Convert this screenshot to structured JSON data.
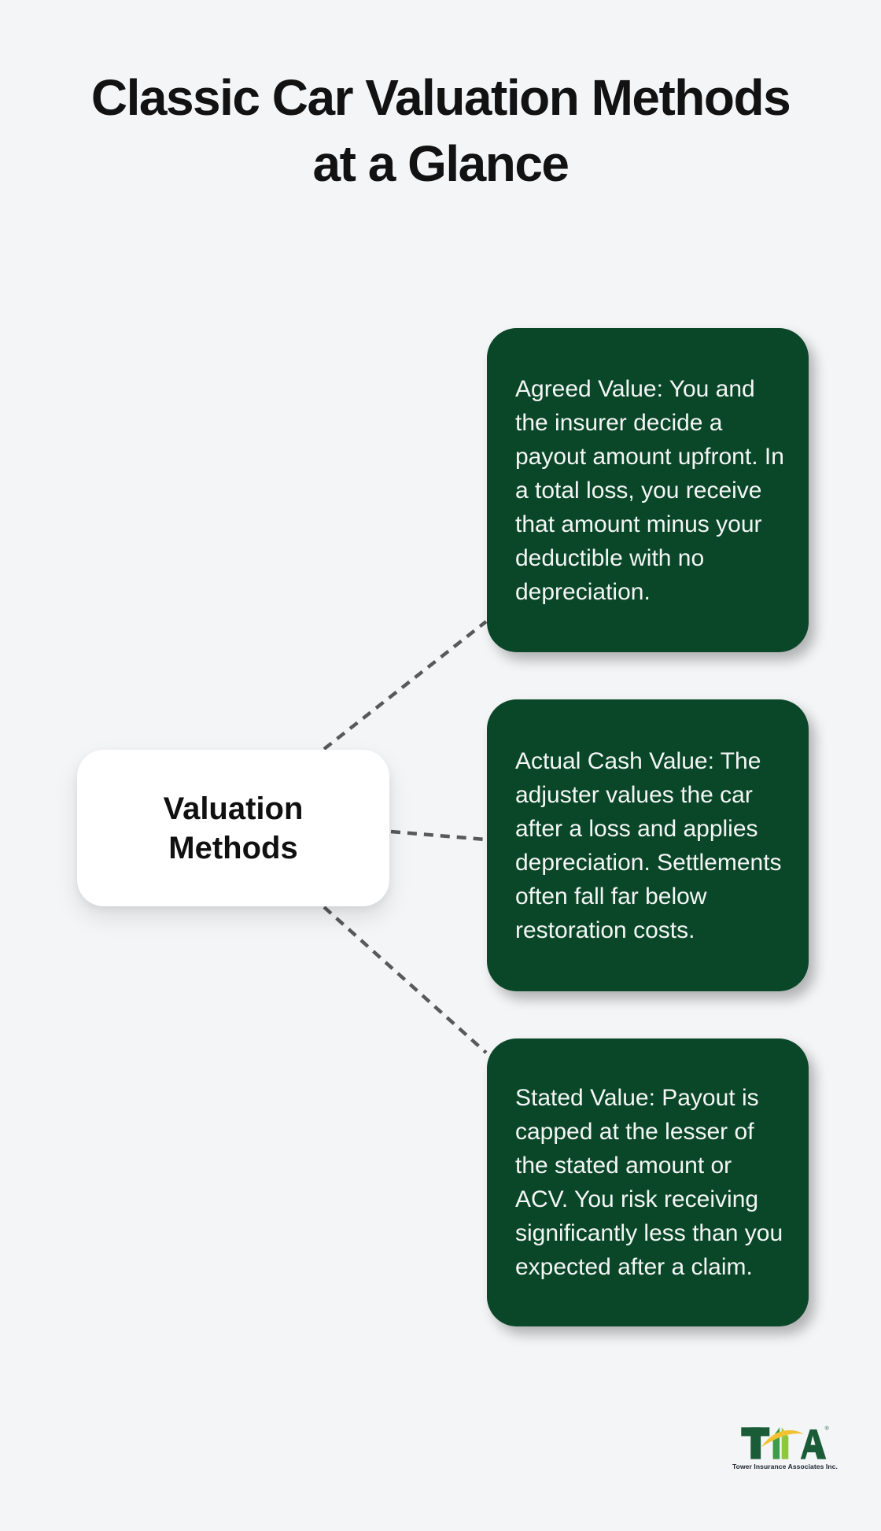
{
  "title": {
    "line1": "Classic Car Valuation Methods",
    "line2": "at a Glance"
  },
  "center_node": {
    "label": "Valuation Methods"
  },
  "methods": [
    "Agreed Value: You and the insurer decide a payout amount upfront. In a total loss, you receive that amount minus your deductible with no depreciation.",
    "Actual Cash Value: The adjuster values the car after a loss and applies depreciation. Settlements often fall far below restoration costs.",
    "Stated Value: Payout is capped at the lesser of the stated amount or ACV. You risk receiving significantly less than you expected after a claim."
  ],
  "logo": {
    "acronym": "TIA",
    "registered_mark": "®",
    "company": "Tower Insurance Associates Inc.",
    "colors": {
      "dark_green": "#1a5c38",
      "mid_green": "#3e9b47",
      "light_green": "#8dc63f",
      "yellow": "#f2c230",
      "caption_text": "#1b2430"
    }
  },
  "colors": {
    "background": "#f4f5f7",
    "card_green": "#0a4729",
    "card_text": "#f4f6f5",
    "title_text": "#121212",
    "connector": "#58595b",
    "center_node_bg": "#ffffff",
    "center_node_text": "#101010"
  }
}
